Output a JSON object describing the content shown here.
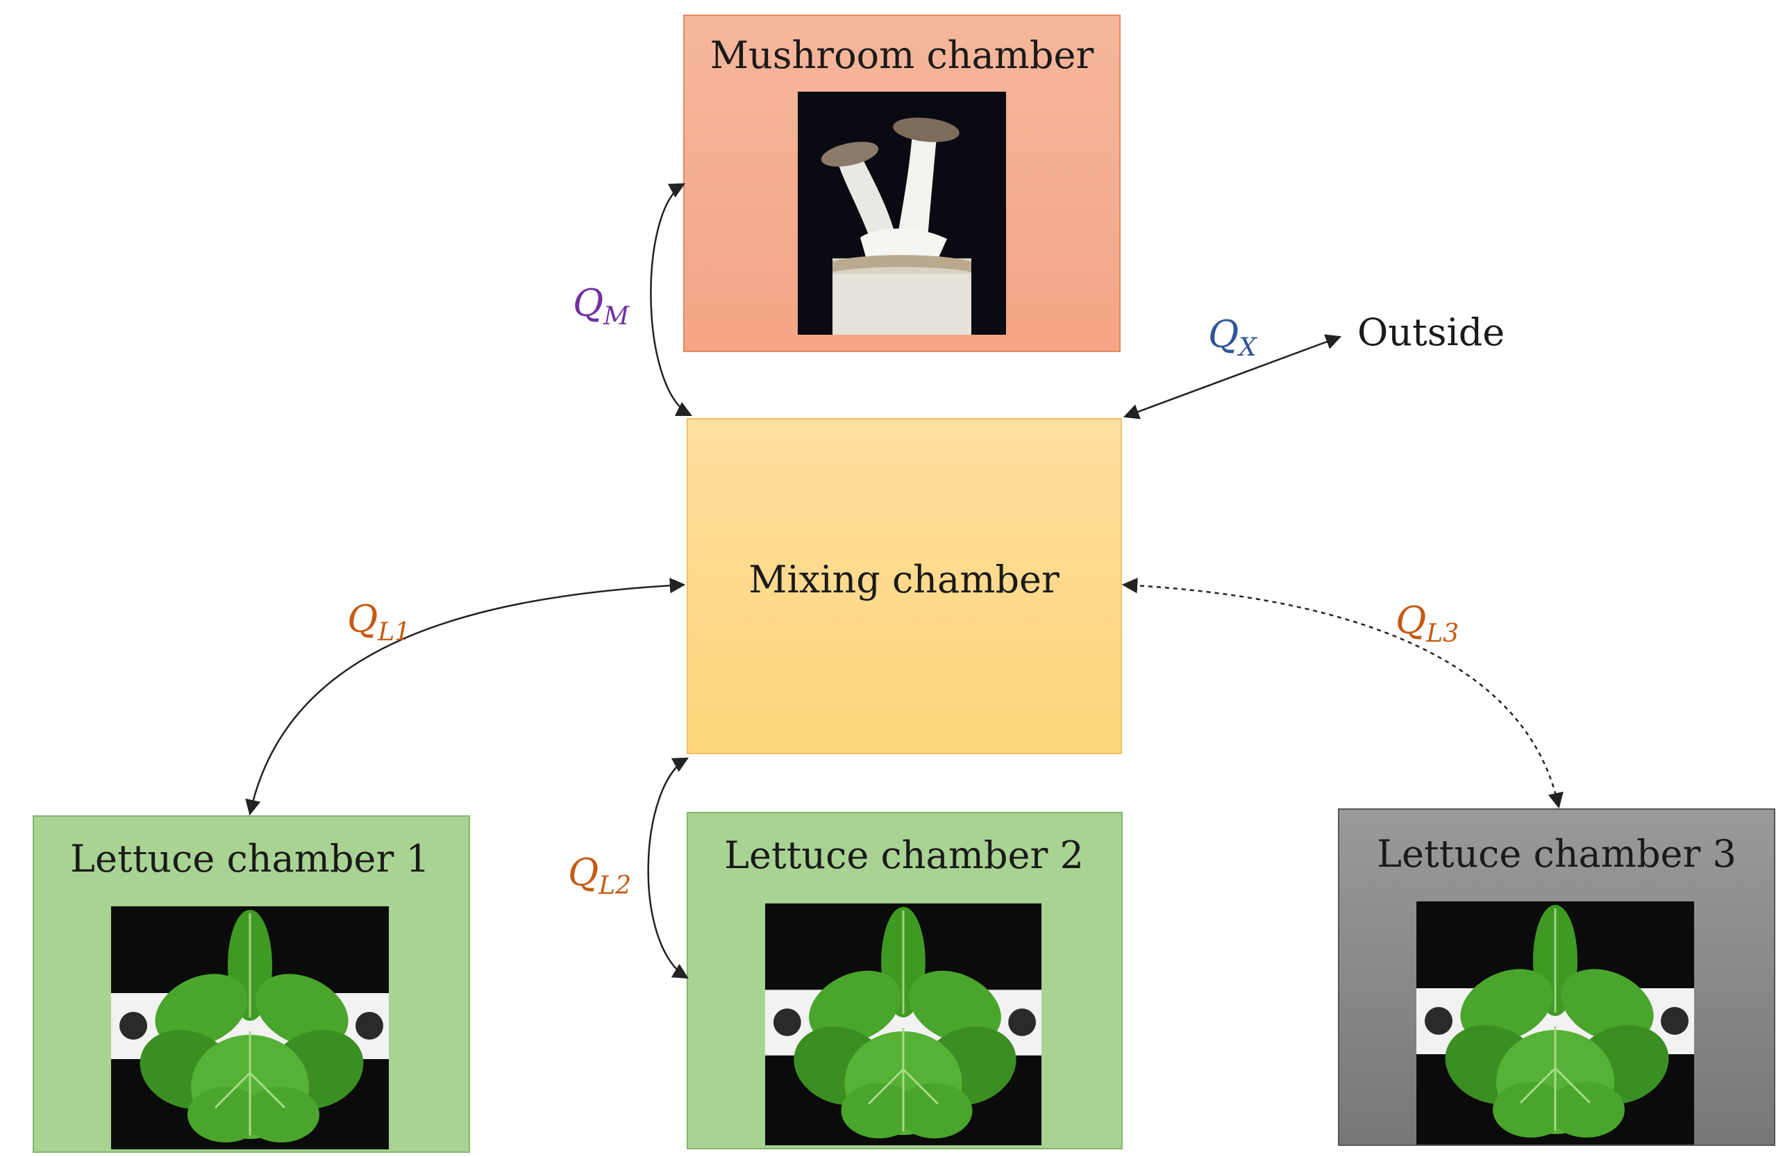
{
  "chambers": {
    "mushroom": {
      "title": "Mushroom chamber",
      "fill_top": "#f5b79c",
      "fill_bottom": "#f4a585",
      "stroke": "#e08a60"
    },
    "mixing": {
      "title": "Mixing chamber",
      "fill_top": "#ffdfa0",
      "fill_bottom": "#ffd57a",
      "stroke": "#f0c060"
    },
    "lettuce1": {
      "title": "Lettuce chamber 1",
      "fill": "#a9d393",
      "stroke": "#7fb86a"
    },
    "lettuce2": {
      "title": "Lettuce chamber 2",
      "fill": "#a9d393",
      "stroke": "#7fb86a"
    },
    "lettuce3": {
      "title": "Lettuce chamber 3",
      "fill_top": "#9a9a9a",
      "fill_bottom": "#777777",
      "stroke": "#555555"
    }
  },
  "outside": {
    "label": "Outside"
  },
  "flows": {
    "qm": {
      "main": "Q",
      "sub": "M",
      "color": "#7030a0"
    },
    "qx": {
      "main": "Q",
      "sub": "X",
      "color": "#2f5597"
    },
    "ql1": {
      "main": "Q",
      "sub": "L1",
      "color": "#c55a11"
    },
    "ql2": {
      "main": "Q",
      "sub": "L2",
      "color": "#c55a11"
    },
    "ql3": {
      "main": "Q",
      "sub": "L3",
      "color": "#c55a11"
    }
  }
}
